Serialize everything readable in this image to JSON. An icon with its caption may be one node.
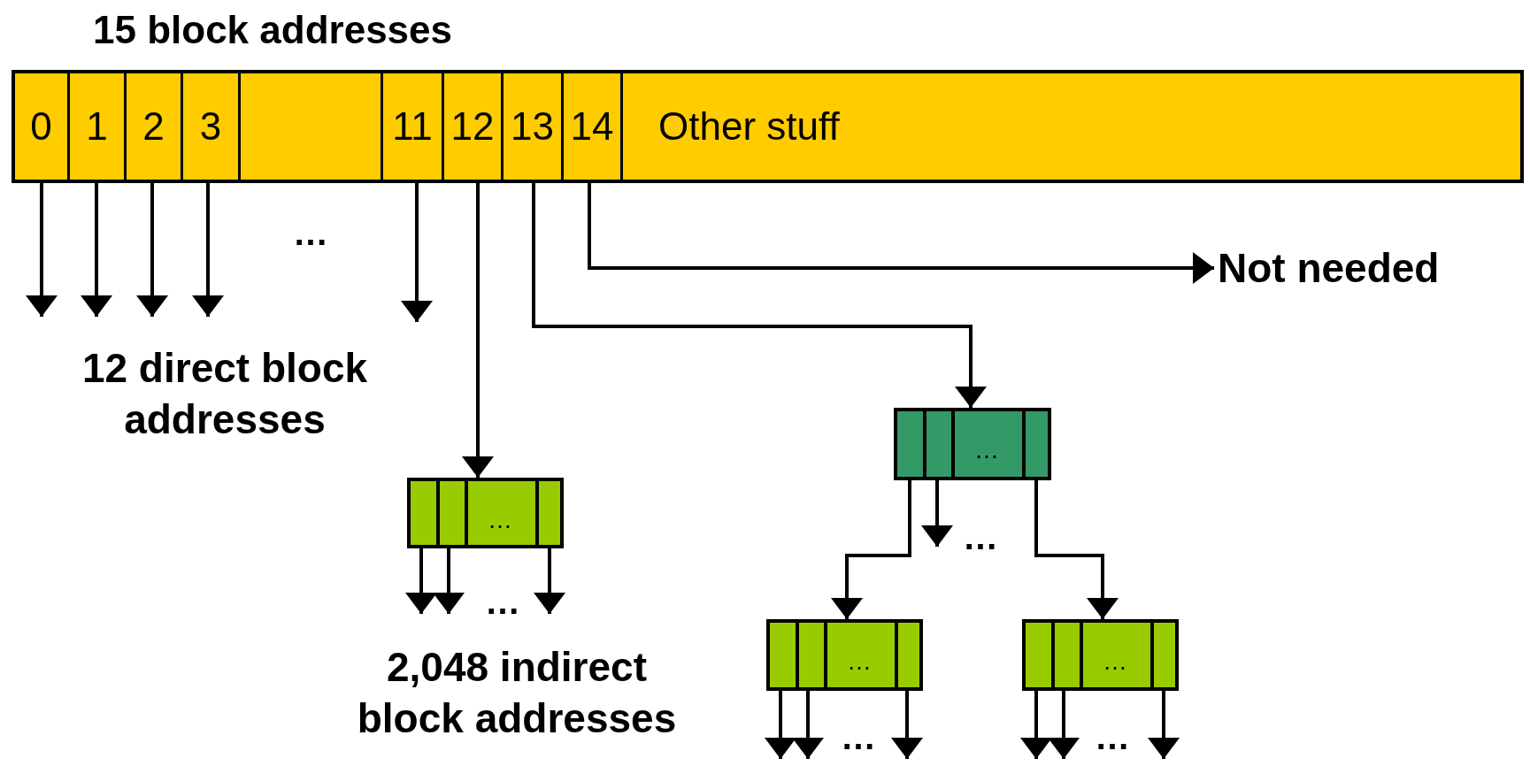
{
  "diagram": {
    "nodes": [
      {
        "text": [],
        "shape": "box"
      },
      {
        "text": [
          "0"
        ],
        "in": 0
      },
      {
        "text": [
          "1"
        ],
        "in": 0
      },
      {
        "text": [
          "2"
        ],
        "in": 0
      },
      {
        "text": [
          "3"
        ],
        "in": 0
      },
      {
        "text": [],
        "shape": "box",
        "in": 0
      },
      {
        "text": [
          "11"
        ],
        "in": 0
      },
      {
        "text": [
          "12"
        ],
        "in": 0
      },
      {
        "text": [
          "13"
        ],
        "in": 0
      },
      {
        "text": [
          "14"
        ],
        "in": 0
      },
      {
        "text": [
          "Other stuff"
        ],
        "in": 0
      },
      {
        "text": [
          "Not needed"
        ]
      },
      {
        "text": [
          "…"
        ]
      },
      {
        "text": [
          "…"
        ]
      },
      {
        "text": [
          "…"
        ]
      },
      {
        "text": [
          "…"
        ]
      }
    ],
    "edges": [
      {
        "from": 1,
        "to": null,
        "arrow": "to"
      },
      {
        "from": 2,
        "to": null,
        "arrow": "to"
      },
      {
        "from": 3,
        "to": null,
        "arrow": "to"
      },
      {
        "from": 4,
        "to": null,
        "arrow": "to"
      },
      {
        "from": 6,
        "to": null,
        "arrow": "to"
      },
      {
        "from": 9,
        "to": 11,
        "arrow": "to"
      },
      {
        "from": 8,
        "to": 13,
        "arrow": "to"
      },
      {
        "from": 7,
        "to": 12,
        "arrow": "to"
      },
      {
        "from": 12,
        "to": null,
        "arrow": "to"
      },
      {
        "from": 12,
        "to": null,
        "arrow": "to"
      },
      {
        "from": 12,
        "to": null,
        "arrow": "to"
      },
      {
        "from": 13,
        "to": 14,
        "arrow": "to"
      },
      {
        "from": 13,
        "to": null,
        "arrow": "to"
      },
      {
        "from": 13,
        "to": 15,
        "arrow": "to"
      },
      {
        "from": 14,
        "to": null,
        "arrow": "to"
      },
      {
        "from": 14,
        "to": null,
        "arrow": "to"
      },
      {
        "from": 14,
        "to": null,
        "arrow": "to"
      },
      {
        "from": 15,
        "to": null,
        "arrow": "to"
      },
      {
        "from": 15,
        "to": null,
        "arrow": "to"
      },
      {
        "from": 15,
        "to": null,
        "arrow": "to"
      }
    ],
    "labels": [
      "15 block addresses",
      "…",
      "12 direct block addresses",
      "…",
      "…",
      "2,048 indirect block addresses",
      "…",
      "…"
    ]
  }
}
